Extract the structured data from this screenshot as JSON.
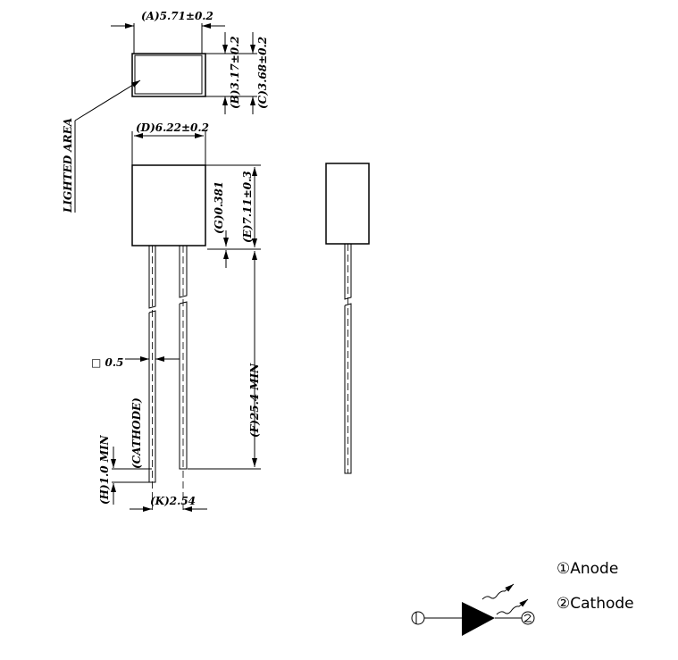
{
  "dimensions": {
    "a": "(A)5.71±0.2",
    "b": "(B)3.17±0.2",
    "c": "(C)3.68±0.2",
    "d": "(D)6.22±0.2",
    "e": "(E)7.11±0.3",
    "f": "(F)25.4  MIN",
    "g": "(G)0.381",
    "h": "(H)1.0  MIN",
    "k": "(K)2.54",
    "lead": "□ 0.5"
  },
  "labels": {
    "lighted_area": "LIGHTED  AREA",
    "cathode": "(CATHODE)"
  },
  "symbol": {
    "pin1_mark": "①",
    "pin2_mark": "②",
    "anode": "①Anode",
    "cathode": "②Cathode"
  }
}
